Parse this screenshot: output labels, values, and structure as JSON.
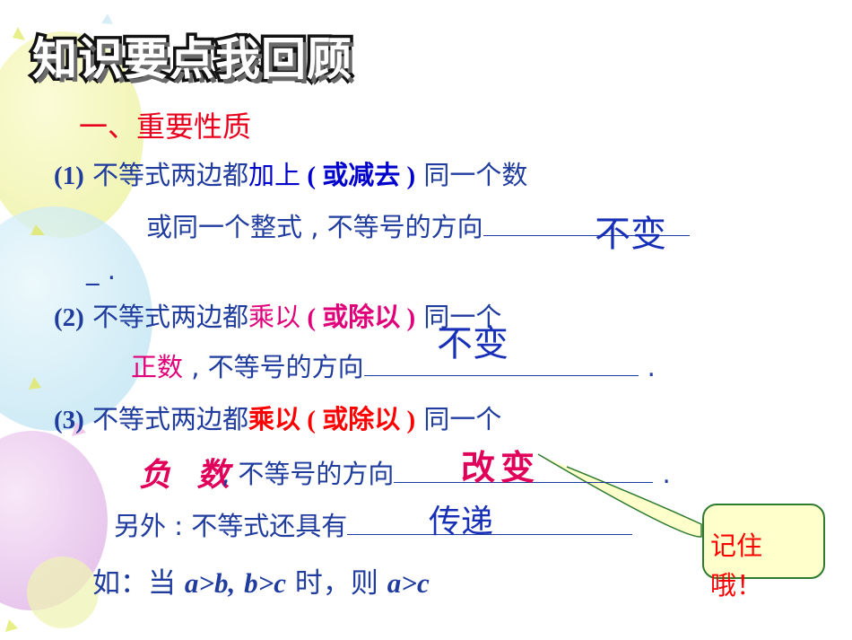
{
  "title": "知识要点我回顾",
  "heading": "一、重要性质",
  "p1": {
    "num": "(1)",
    "a": " 不等式两边都",
    "op": "加上",
    "op2": " ( 或减去 )",
    "b": " 同一个数",
    "c": "或同一个整式 , 不等号的方向",
    "answer": "不变",
    "tail": "_ ."
  },
  "p2": {
    "num": "(2)",
    "a": " 不等式两边都",
    "op": "乘以",
    "op2": " ( 或除以 )",
    "b": " 同一个",
    "sign": "正数",
    "c": " , 不等号的方向",
    "answer": "不变",
    "end": "."
  },
  "p3": {
    "num": "(3)",
    "a": " 不等式两边都",
    "op": "乘以 ( 或除以 )",
    "b": " 同一个",
    "sign": "负 数",
    "c": " , 不等号的方向",
    "answer": "改变",
    "end": "."
  },
  "extra": {
    "label": "另外 : 不等式还具有",
    "answer": "传递"
  },
  "example": {
    "lead": "如：当 ",
    "v1": "a>b,",
    "v2": "b>c",
    "mid": " 时，则 ",
    "v3": "a>c"
  },
  "callout": "记住哦！"
}
